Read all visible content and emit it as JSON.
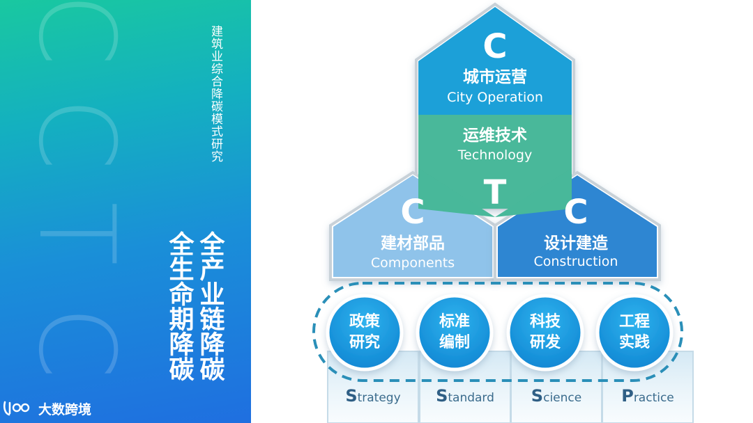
{
  "left_panel": {
    "big_letters": [
      "C",
      "C",
      "T",
      "C"
    ],
    "vertical_title": "建筑业综合降碳模式研究",
    "slogan_lines": [
      "全产业链降碳",
      "全生命期降碳"
    ],
    "watermark": "大数跨境"
  },
  "diagram": {
    "top": {
      "letter": "C",
      "cn": "城市运营",
      "en": "City Operation"
    },
    "middle": {
      "cn": "运维技术",
      "en": "Technology",
      "letter": "T"
    },
    "bottom_left": {
      "letter": "C",
      "cn": "建材部品",
      "en": "Components"
    },
    "bottom_right": {
      "letter": "C",
      "cn": "设计建造",
      "en": "Construction"
    },
    "pillars": [
      {
        "line1": "政策",
        "line2": "研究",
        "initial": "S",
        "rest": "trategy"
      },
      {
        "line1": "标准",
        "line2": "编制",
        "initial": "S",
        "rest": "tandard"
      },
      {
        "line1": "科技",
        "line2": "研发",
        "initial": "S",
        "rest": "cience"
      },
      {
        "line1": "工程",
        "line2": "实践",
        "initial": "P",
        "rest": "ractice"
      }
    ],
    "colors": {
      "top_block": "#1aa0d8",
      "middle_block": "#48b89a",
      "left_block": "#8fc3ea",
      "right_block": "#2f86d2",
      "circle": "#1a9ee0",
      "dashed_ring": "#2a8fb8"
    }
  }
}
